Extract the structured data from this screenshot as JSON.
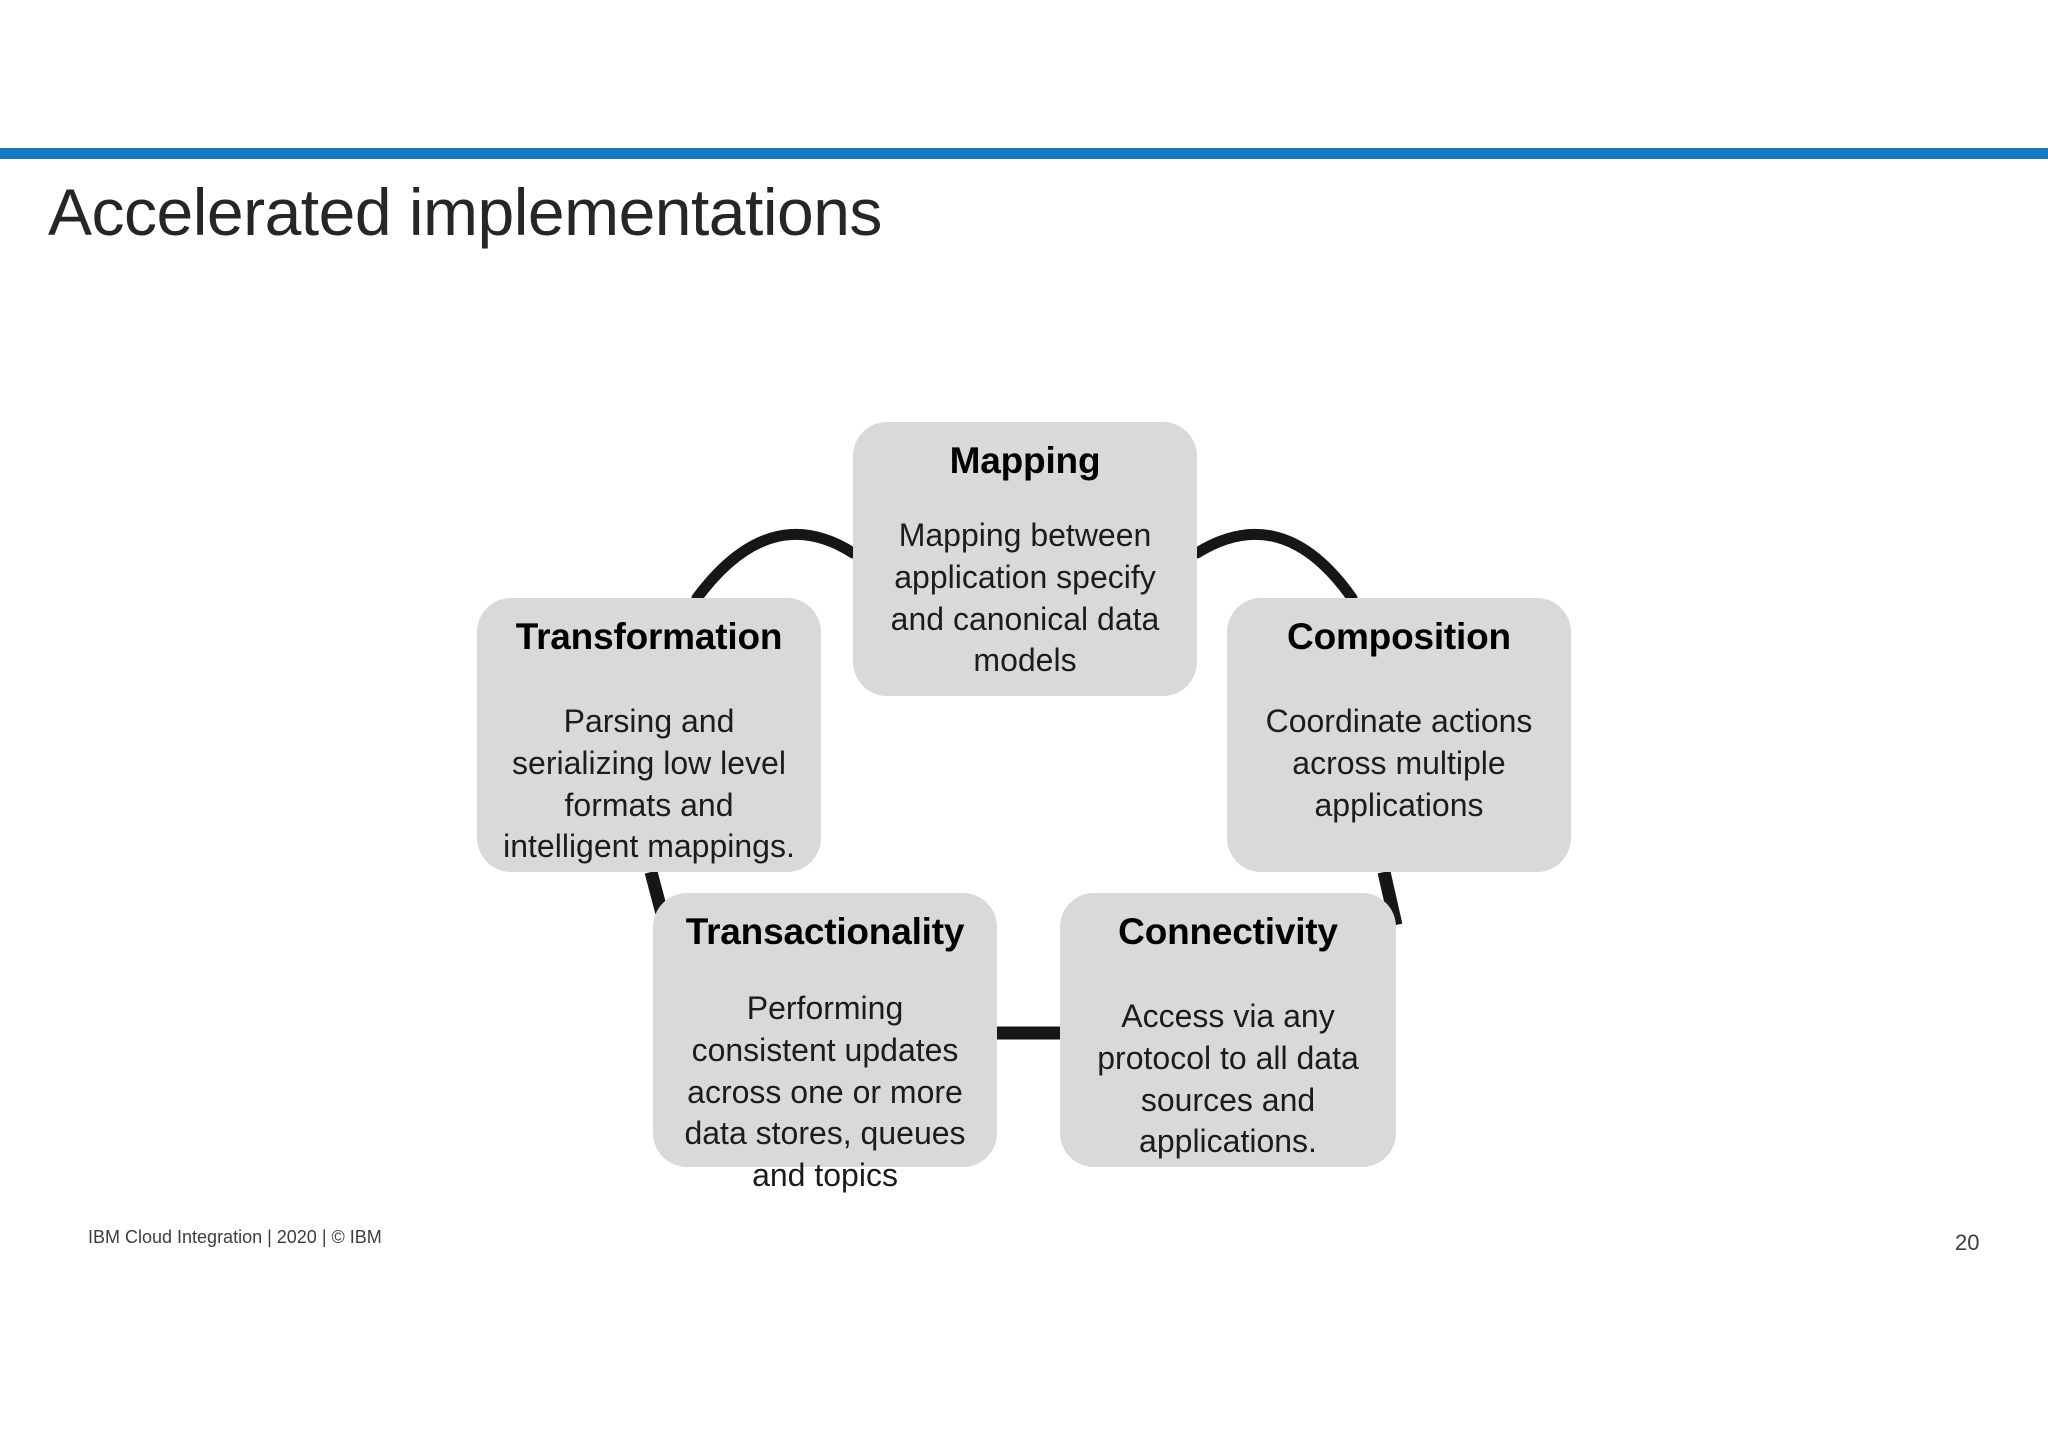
{
  "slide": {
    "title": "Accelerated implementations",
    "accent_color": "#1878bf",
    "node_fill_color": "#d9d9d9",
    "connector_color": "#161616",
    "footer": "IBM Cloud Integration  | 2020 | © IBM",
    "page_number": "20"
  },
  "diagram": {
    "type": "cycle",
    "nodes": [
      {
        "id": "mapping",
        "title": "Mapping",
        "body": "Mapping between application specify and canonical data models"
      },
      {
        "id": "transformation",
        "title": "Transformation",
        "body": "Parsing and serializing low level formats and intelligent mappings."
      },
      {
        "id": "composition",
        "title": "Composition",
        "body": "Coordinate actions across multiple applications"
      },
      {
        "id": "transactionality",
        "title": "Transactionality",
        "body": "Performing consistent updates across one or more data stores, queues and topics"
      },
      {
        "id": "connectivity",
        "title": "Connectivity",
        "body": "Access via any protocol to all data sources and applications."
      }
    ],
    "connectors": [
      {
        "from": "transformation",
        "to": "mapping"
      },
      {
        "from": "mapping",
        "to": "composition"
      },
      {
        "from": "composition",
        "to": "connectivity"
      },
      {
        "from": "connectivity",
        "to": "transactionality"
      },
      {
        "from": "transactionality",
        "to": "transformation"
      }
    ]
  }
}
